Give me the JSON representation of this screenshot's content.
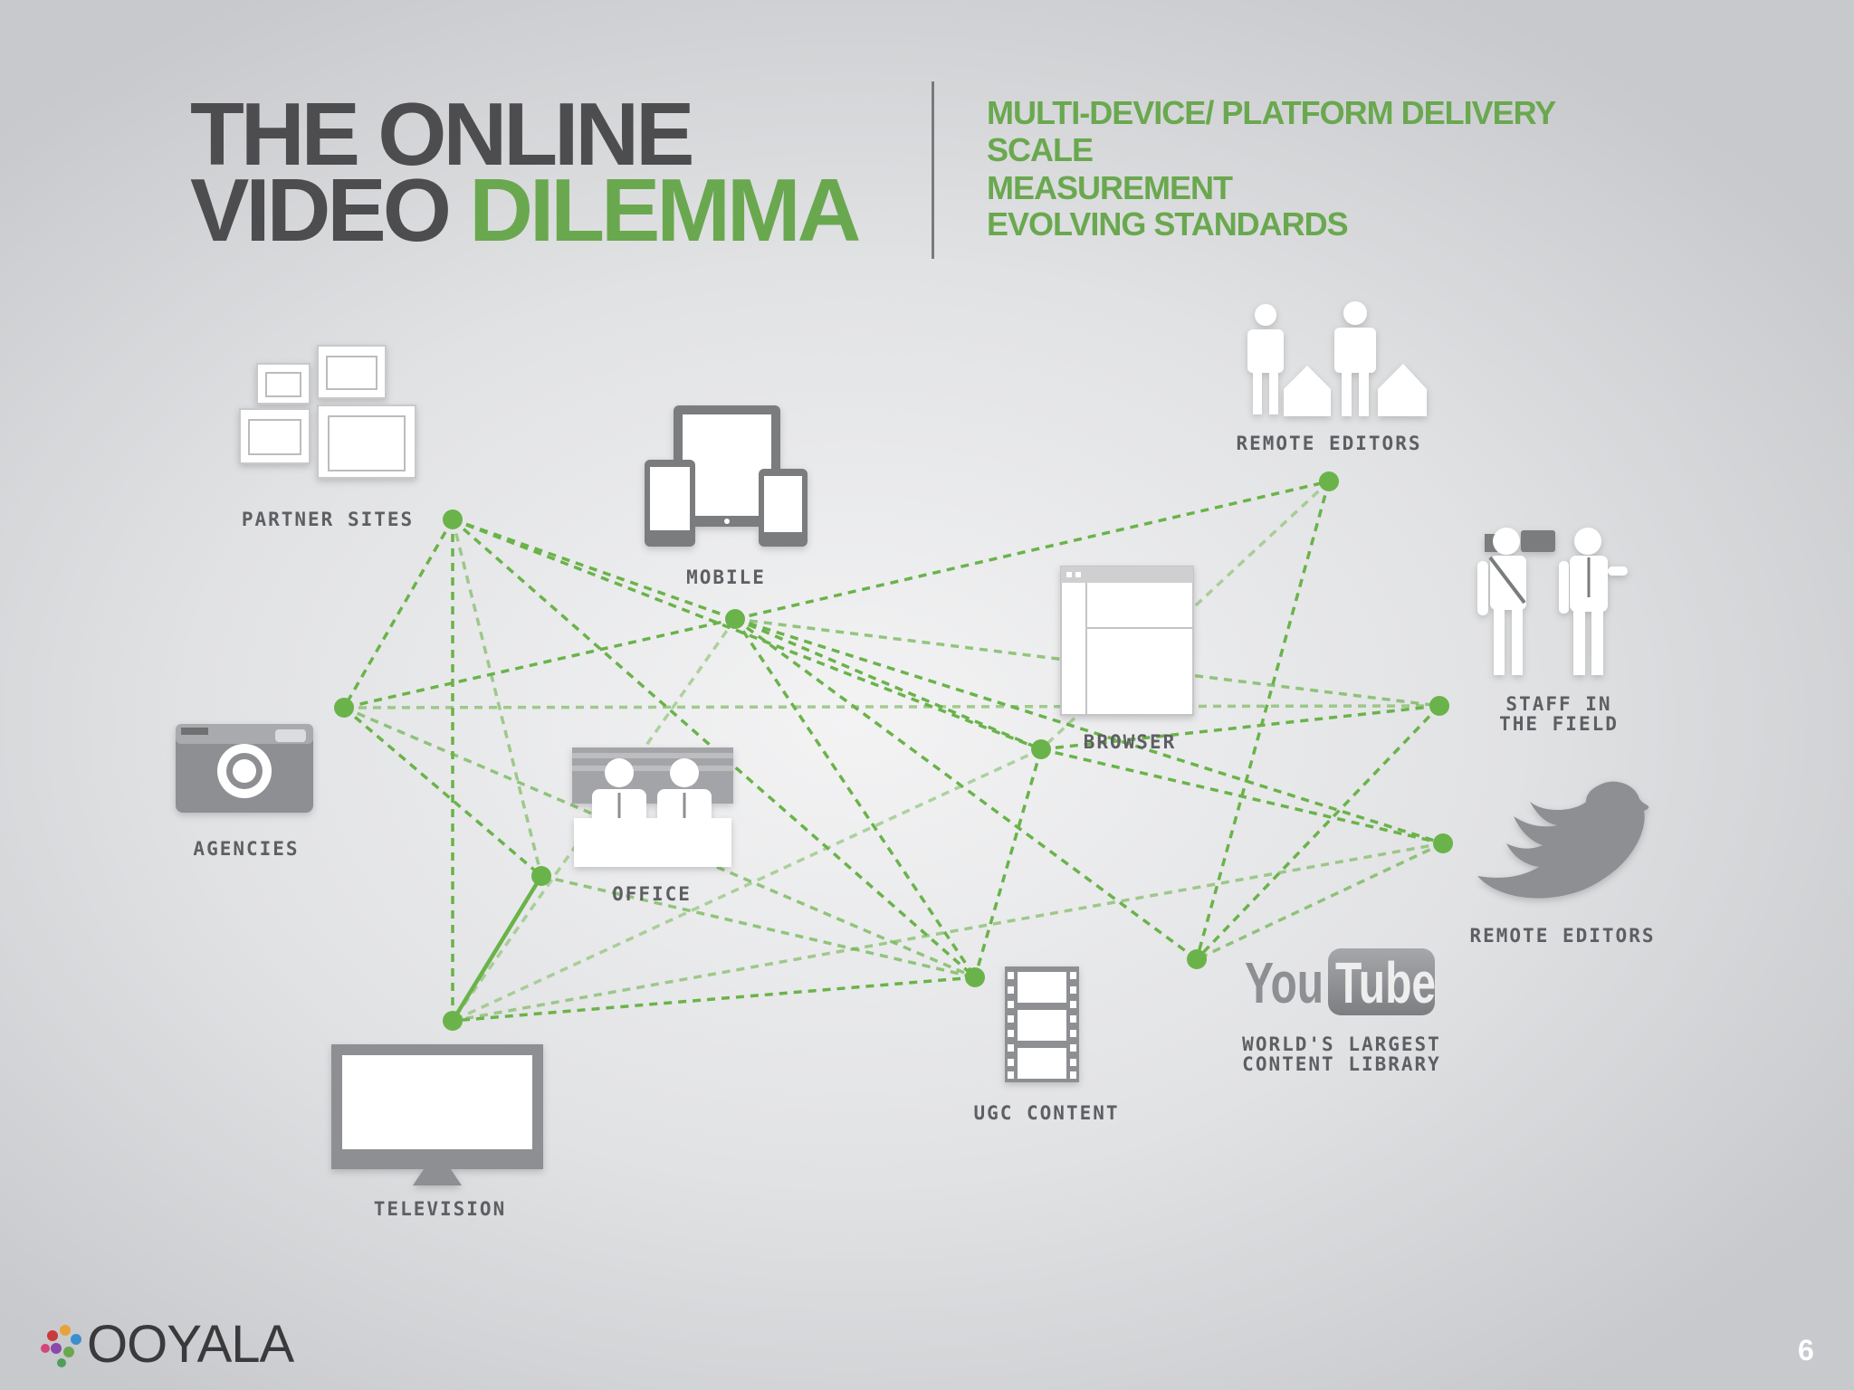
{
  "title": {
    "line1": "THE ONLINE",
    "line2_a": "VIDEO ",
    "line2_b": "DILEMMA"
  },
  "topics": [
    "MULTI-DEVICE/ PLATFORM DELIVERY",
    "SCALE",
    "MEASUREMENT",
    "EVOLVING STANDARDS"
  ],
  "labels": {
    "partner_sites": "PARTNER SITES",
    "mobile": "MOBILE",
    "remote_editors_top": "REMOTE EDITORS",
    "browser": "BROWSER",
    "staff_in_field_1": "STAFF IN",
    "staff_in_field_2": "THE FIELD",
    "agencies": "AGENCIES",
    "office": "OFFICE",
    "remote_editors_right": "REMOTE EDITORS",
    "youtube_1": "WORLD'S LARGEST",
    "youtube_2": "CONTENT LIBRARY",
    "ugc_content": "UGC CONTENT",
    "television": "TELEVISION"
  },
  "youtube": {
    "you": "You",
    "tube": "Tube"
  },
  "brand": {
    "name": "OOYALA"
  },
  "page_number": "6",
  "colors": {
    "accent_green": "#6aa84f",
    "title_gray": "#4d4d4f",
    "icon_white": "#ffffff",
    "icon_gray": "#8e8f92"
  },
  "icons": [
    "windows-icon",
    "devices-icon",
    "people-home-icon",
    "browser-window-icon",
    "camera-operator-icon",
    "camera-icon",
    "meeting-icon",
    "bird-icon",
    "film-strip-icon",
    "tv-icon"
  ]
}
